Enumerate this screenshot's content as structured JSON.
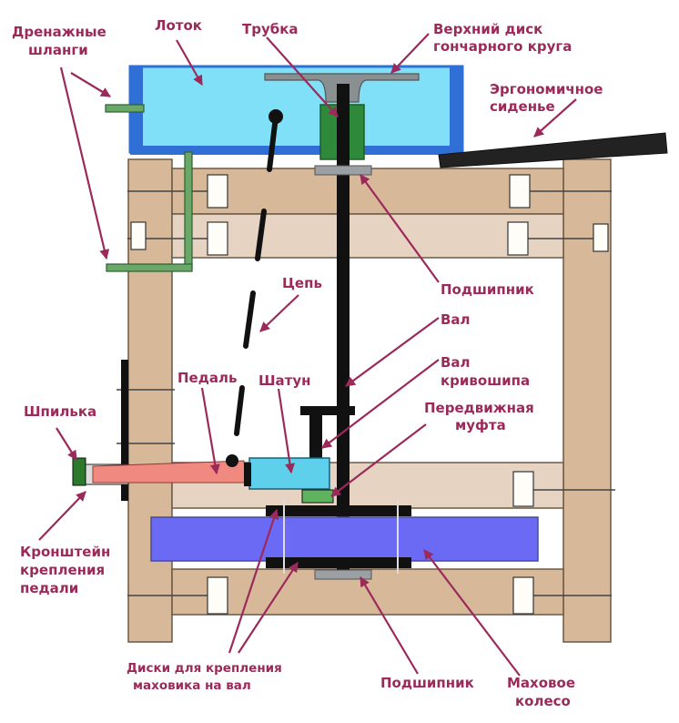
{
  "labels": {
    "drain_hoses": [
      "Дренажные",
      "шланги"
    ],
    "tray": "Лоток",
    "tube": "Трубка",
    "upper_disk": [
      "Верхний диск",
      "гончарного круга"
    ],
    "seat": [
      "Эргономичное",
      "сиденье"
    ],
    "bearing_top": "Подшипник",
    "chain": "Цепь",
    "shaft": "Вал",
    "crankshaft": [
      "Вал",
      "кривошипа"
    ],
    "pedal": "Педаль",
    "connecting_rod": "Шатун",
    "sliding_clutch": [
      "Передвижная",
      "муфта"
    ],
    "pin": "Шпилька",
    "pedal_bracket": [
      "Кронштейн",
      "крепления",
      "педали"
    ],
    "flywheel_disks": [
      "Диски для крепления",
      "маховика на вал"
    ],
    "bearing_bottom": "Подшипник",
    "flywheel": [
      "Маховое",
      "колесо"
    ]
  },
  "colors": {
    "label": "#9b2a5b",
    "wood": "#d7b898",
    "board": "#e6d3c1",
    "tray": "#7fe0f7",
    "tray_frame": "#2f6fd6",
    "shaft": "#111111",
    "flywheel": "#6a6af5",
    "pedal": "#f08a80",
    "rod": "#5fd0ec",
    "tube": "#2e8a3a",
    "hose": "#6aa86a"
  }
}
